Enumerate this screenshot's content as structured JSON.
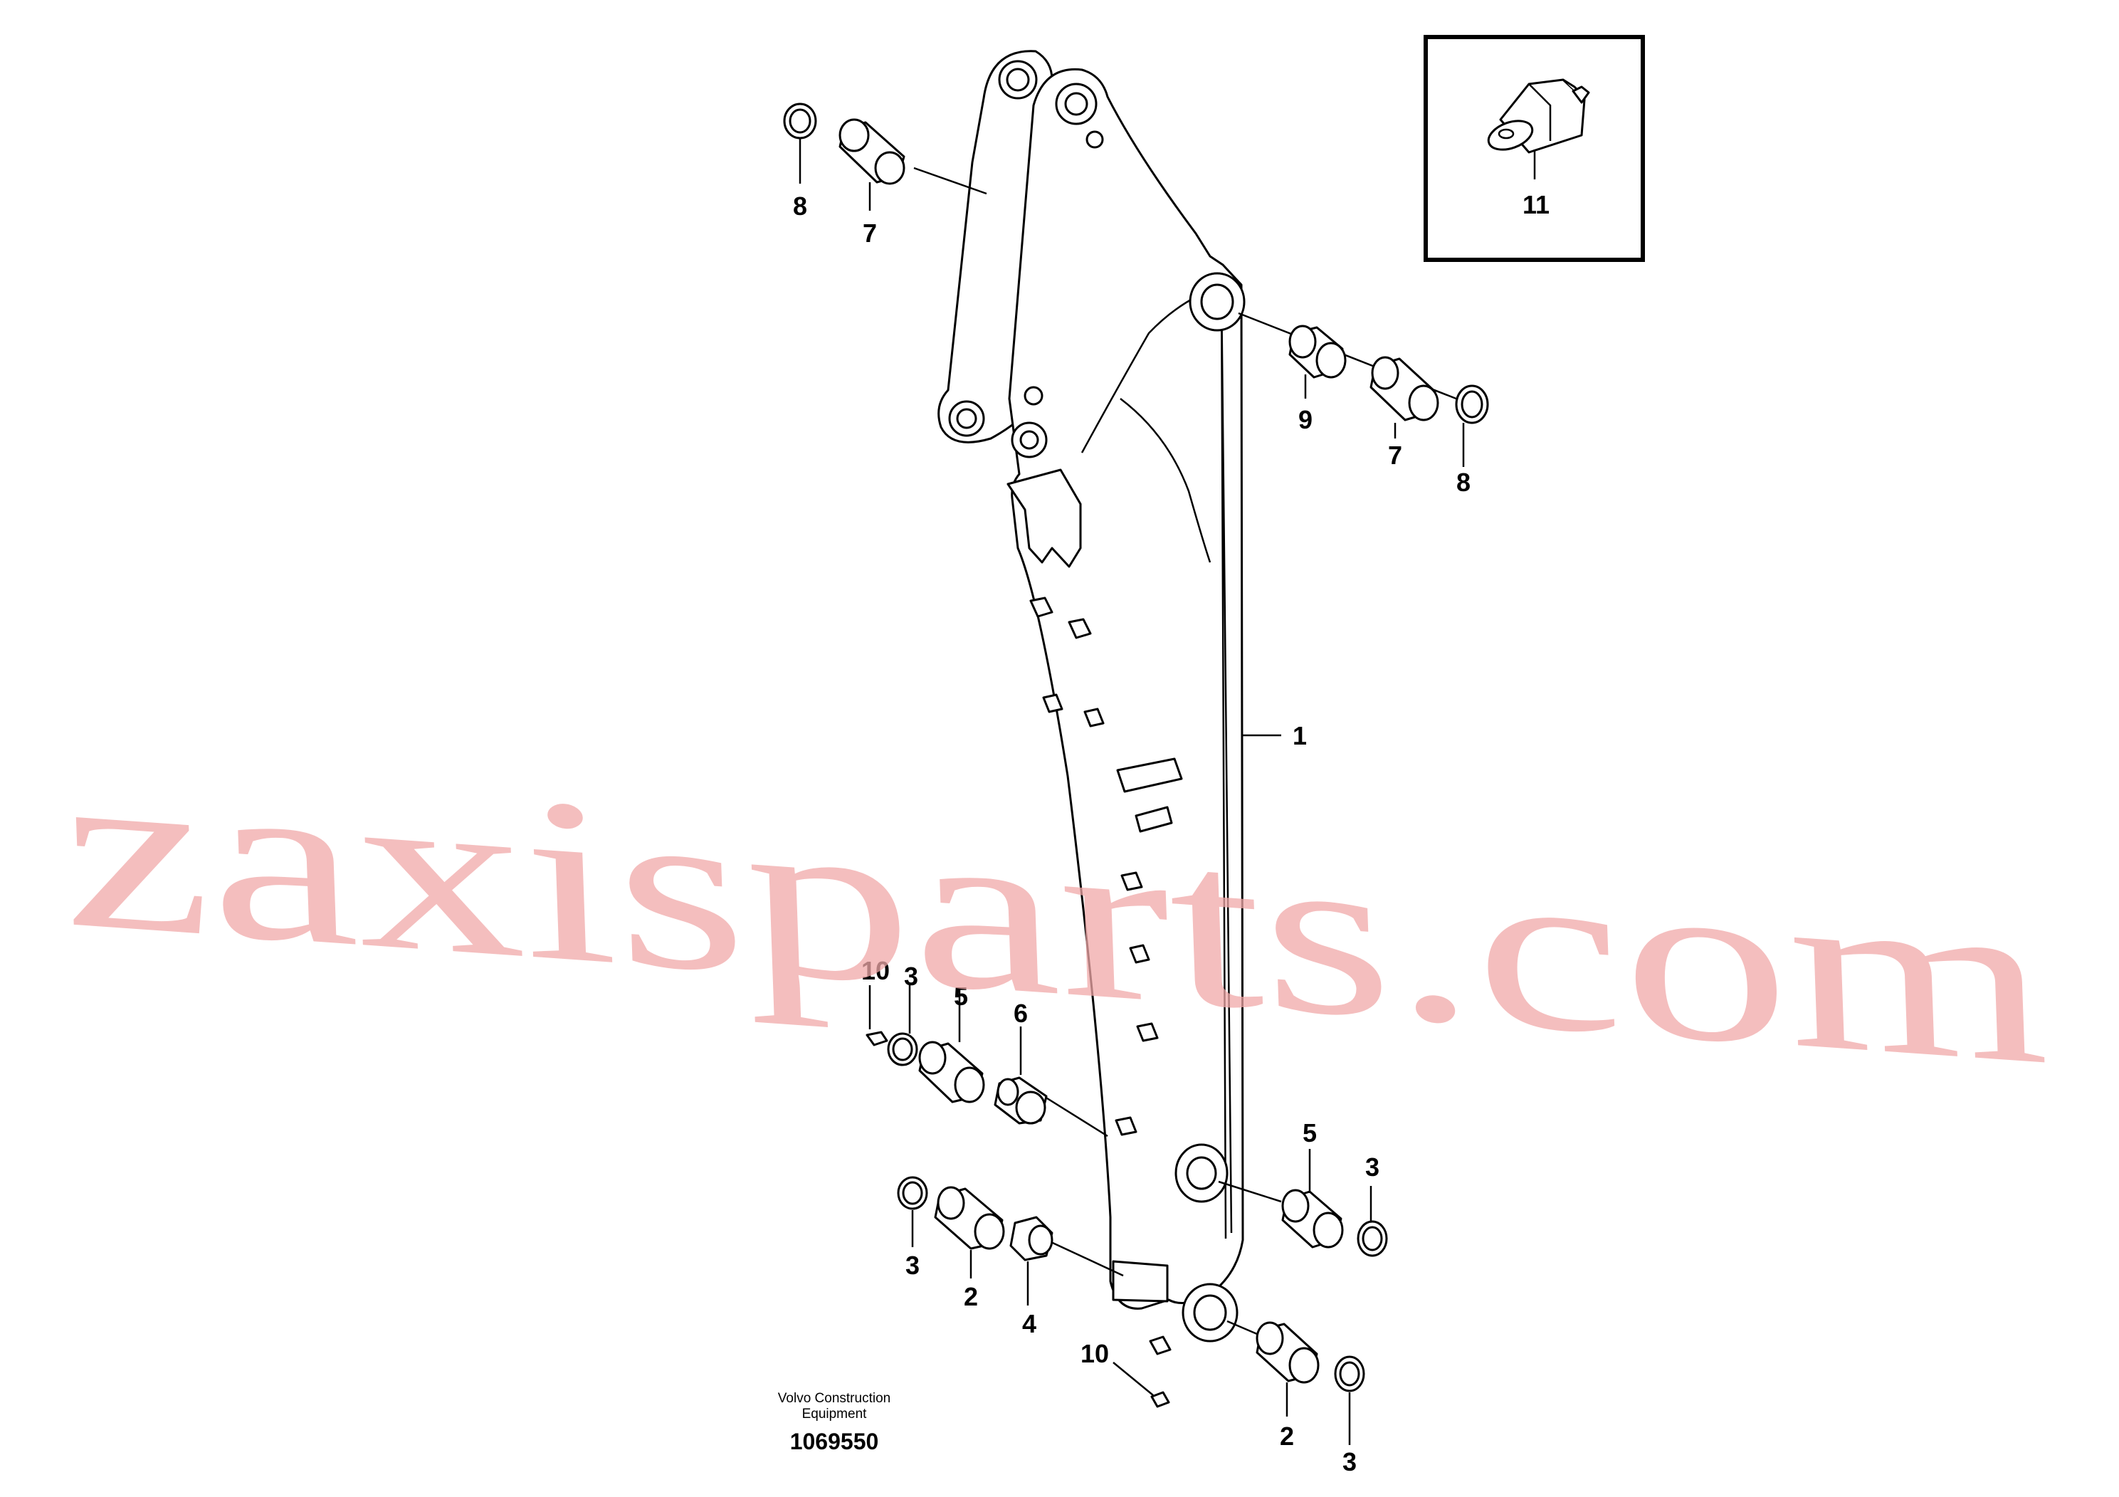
{
  "watermark": "zaxisparts.com",
  "caption": {
    "line1": "Volvo Construction",
    "line2": "Equipment"
  },
  "document_number": "1069550",
  "callouts": {
    "c1": "1",
    "c2a": "2",
    "c2b": "2",
    "c3a": "3",
    "c3b": "3",
    "c3c": "3",
    "c3d": "3",
    "c4": "4",
    "c5a": "5",
    "c5b": "5",
    "c6": "6",
    "c7a": "7",
    "c7b": "7",
    "c8a": "8",
    "c8b": "8",
    "c9": "9",
    "c10a": "10",
    "c10b": "10",
    "c11": "11"
  }
}
